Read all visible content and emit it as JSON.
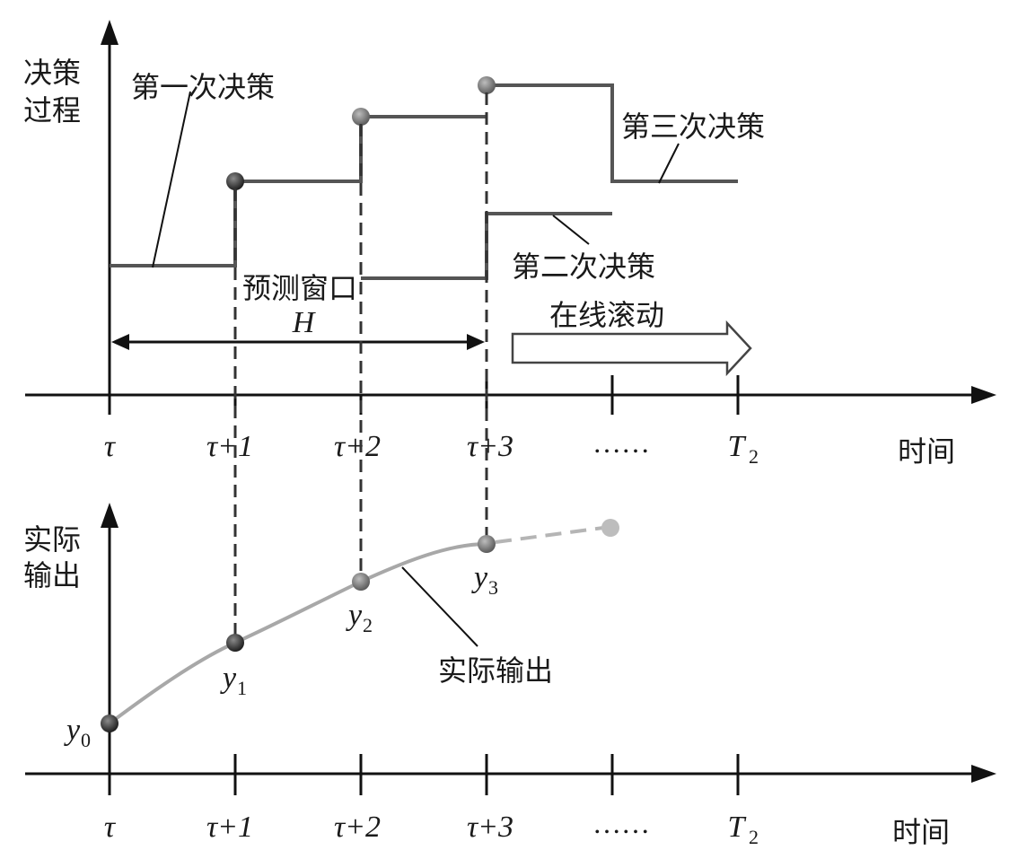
{
  "top_axis": {
    "y_label_line1": "决策",
    "y_label_line2": "过程",
    "x_unit": "时间",
    "ticks": [
      "τ",
      "τ+1",
      "τ+2",
      "τ+3",
      "……"
    ],
    "end_tick_letter": "T",
    "end_tick_sub": "2"
  },
  "decisions": {
    "first": "第一次决策",
    "second": "第二次决策",
    "third": "第三次决策"
  },
  "window": {
    "label": "预测窗口",
    "symbol": "H"
  },
  "rolling": {
    "label": "在线滚动"
  },
  "bottom_axis": {
    "y_label_line1": "实际",
    "y_label_line2": "输出",
    "x_unit": "时间",
    "ticks": [
      "τ",
      "τ+1",
      "τ+2",
      "τ+3",
      "……"
    ],
    "end_tick_letter": "T",
    "end_tick_sub": "2"
  },
  "output": {
    "curve_label": "实际输出",
    "points": [
      {
        "letter": "y",
        "sub": "0"
      },
      {
        "letter": "y",
        "sub": "1"
      },
      {
        "letter": "y",
        "sub": "2"
      },
      {
        "letter": "y",
        "sub": "3"
      }
    ]
  },
  "colors": {
    "axis": "#111111",
    "decision_line": "#555555",
    "output_curve": "#a8a8a8",
    "marker_dark": "#2a2a2a",
    "marker_light": "#bdbdbd"
  }
}
